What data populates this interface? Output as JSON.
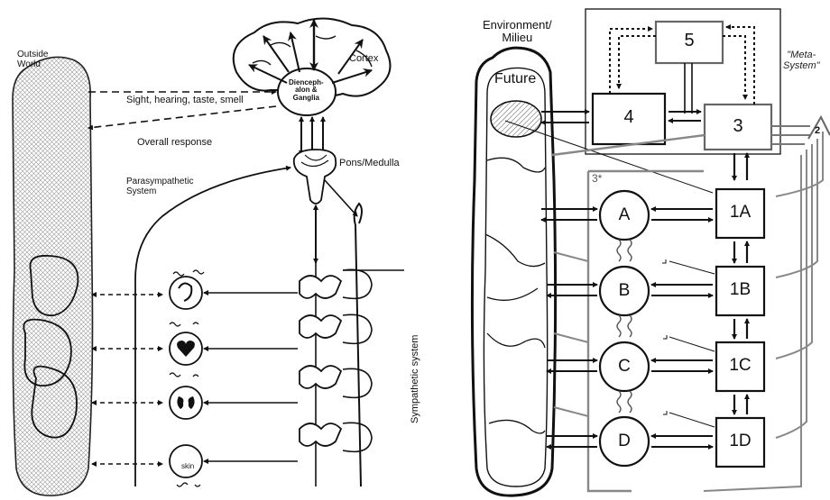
{
  "left_diagram": {
    "outside_world": "Outside\nWorld",
    "cortex": "Cortex",
    "diencephalon": "Dienceph-\nalon &\nGanglia",
    "senses": "Sight, hearing, taste, smell",
    "overall_response": "Overall response",
    "pons_medulla": "Pons/Medulla",
    "parasympathetic": "Parasympathetic\nSystem",
    "sympathetic": "Sympathetic system",
    "skin": "skin"
  },
  "right_diagram": {
    "environment": "Environment/\nMilieu",
    "future": "Future",
    "meta_system": "\"Meta-\nSystem\"",
    "box_5": "5",
    "box_4": "4",
    "box_3": "3",
    "label_3star": "3*",
    "label_2": "2",
    "ops": [
      "A",
      "B",
      "C",
      "D"
    ],
    "mgmt": [
      "1A",
      "1B",
      "1C",
      "1D"
    ]
  }
}
